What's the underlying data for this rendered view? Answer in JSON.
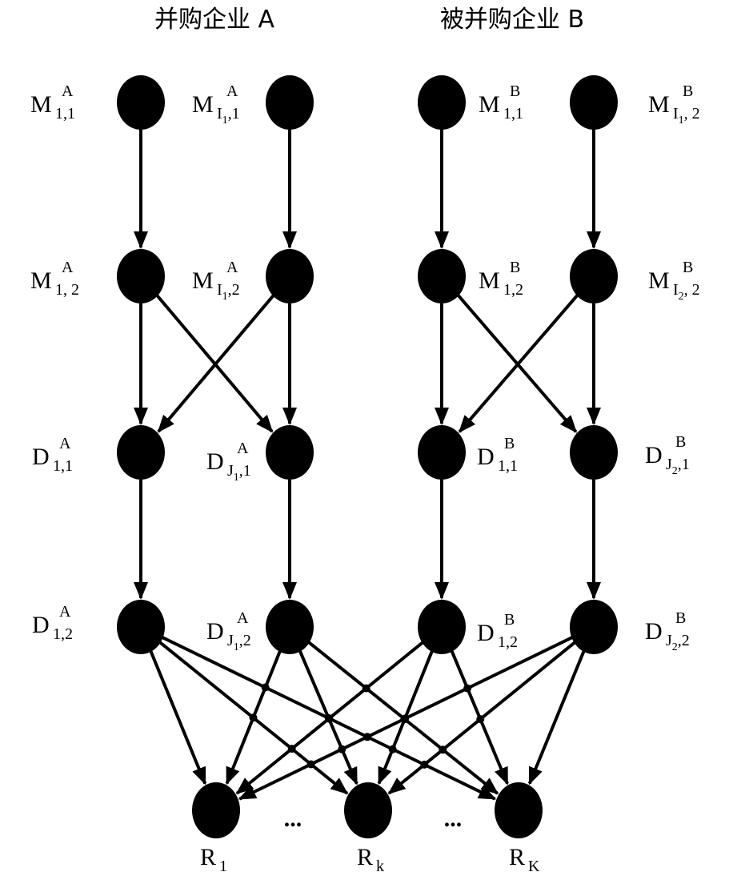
{
  "titles": {
    "left": "并购企业 A",
    "right": "被并购企业 B"
  },
  "nodes": [
    {
      "id": "MA11",
      "main": "M",
      "sup": "A",
      "sub": "1,1"
    },
    {
      "id": "MAI11",
      "main": "M",
      "sup": "A",
      "sub": "I",
      "subsub": "1",
      "subtail": ",1"
    },
    {
      "id": "MB11",
      "main": "M",
      "sup": "B",
      "sub": "1,1"
    },
    {
      "id": "MBI12",
      "main": "M",
      "sup": "B",
      "sub": "I",
      "subsub": "1",
      "subtail": ", 2"
    },
    {
      "id": "MA12",
      "main": "M",
      "sup": "A",
      "sub": "1, 2"
    },
    {
      "id": "MAI12",
      "main": "M",
      "sup": "A",
      "sub": "I",
      "subsub": "1",
      "subtail": ",2"
    },
    {
      "id": "MB12",
      "main": "M",
      "sup": "B",
      "sub": "1,2"
    },
    {
      "id": "MBI22",
      "main": "M",
      "sup": "B",
      "sub": "I",
      "subsub": "2",
      "subtail": ", 2"
    },
    {
      "id": "DA11",
      "main": "D",
      "sup": "A",
      "sub": "1,1"
    },
    {
      "id": "DAJ11",
      "main": "D",
      "sup": "A",
      "sub": "J",
      "subsub": "1",
      "subtail": ",1"
    },
    {
      "id": "DB11",
      "main": "D",
      "sup": "B",
      "sub": "1,1"
    },
    {
      "id": "DBJ21",
      "main": "D",
      "sup": "B",
      "sub": "J",
      "subsub": "2",
      "subtail": ",1"
    },
    {
      "id": "DA12",
      "main": "D",
      "sup": "A",
      "sub": "1,2"
    },
    {
      "id": "DAJ12",
      "main": "D",
      "sup": "A",
      "sub": "J",
      "subsub": "1",
      "subtail": ",2"
    },
    {
      "id": "DB12",
      "main": "D",
      "sup": "B",
      "sub": "1,2"
    },
    {
      "id": "DBJ22",
      "main": "D",
      "sup": "B",
      "sub": "J",
      "subsub": "2",
      "subtail": ",2"
    },
    {
      "id": "R1",
      "main": "R",
      "sub": "1"
    },
    {
      "id": "Rk",
      "main": "R",
      "sub": "k"
    },
    {
      "id": "RK",
      "main": "R",
      "sub": "K"
    }
  ],
  "ellipsis": [
    "...",
    "..."
  ],
  "edges": [
    [
      "MA11",
      "MA12"
    ],
    [
      "MAI11",
      "MAI12"
    ],
    [
      "MB11",
      "MB12"
    ],
    [
      "MBI12",
      "MBI22"
    ],
    [
      "MA12",
      "DA11"
    ],
    [
      "MA12",
      "DAJ11"
    ],
    [
      "MAI12",
      "DA11"
    ],
    [
      "MAI12",
      "DAJ11"
    ],
    [
      "MB12",
      "DB11"
    ],
    [
      "MB12",
      "DBJ21"
    ],
    [
      "MBI22",
      "DB11"
    ],
    [
      "MBI22",
      "DBJ21"
    ],
    [
      "DA11",
      "DA12"
    ],
    [
      "DAJ11",
      "DAJ12"
    ],
    [
      "DB11",
      "DB12"
    ],
    [
      "DBJ21",
      "DBJ22"
    ],
    [
      "DA12",
      "R1"
    ],
    [
      "DA12",
      "Rk"
    ],
    [
      "DA12",
      "RK"
    ],
    [
      "DAJ12",
      "R1"
    ],
    [
      "DAJ12",
      "Rk"
    ],
    [
      "DAJ12",
      "RK"
    ],
    [
      "DB12",
      "R1"
    ],
    [
      "DB12",
      "Rk"
    ],
    [
      "DB12",
      "RK"
    ],
    [
      "DBJ22",
      "R1"
    ],
    [
      "DBJ22",
      "Rk"
    ],
    [
      "DBJ22",
      "RK"
    ]
  ],
  "colors": {
    "ink": "#000000",
    "background": "#ffffff"
  }
}
